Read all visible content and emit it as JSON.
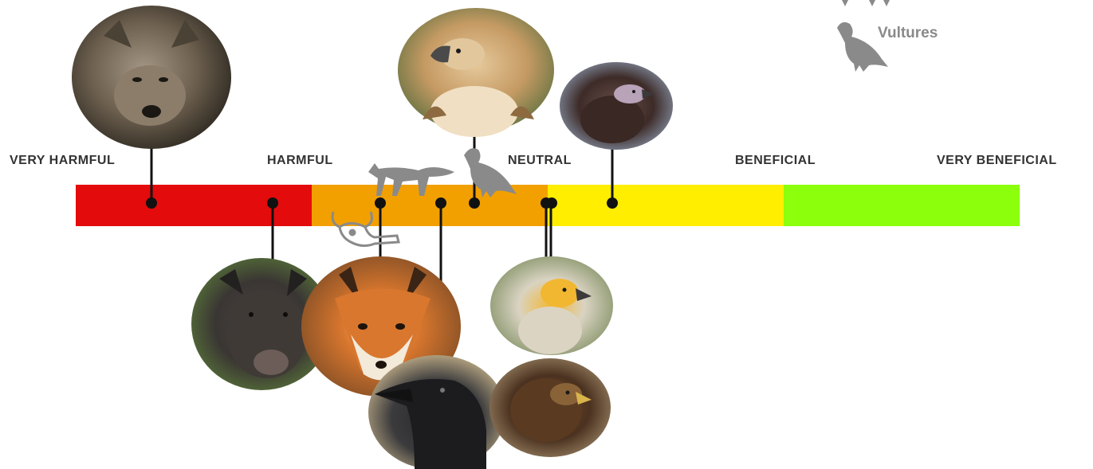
{
  "scale": {
    "labels": [
      "VERY HARMFUL",
      "HARMFUL",
      "NEUTRAL",
      "BENEFICIAL",
      "VERY BENEFICIAL"
    ],
    "segment_colors": [
      "#e30b0b",
      "#f2a000",
      "#f2a000",
      "#ffee00",
      "#8cff0d"
    ]
  },
  "legend": {
    "text": "Vultures",
    "icon": "vulture-silhouette-icon",
    "color": "#8a8a8a"
  },
  "species": [
    {
      "id": "wolf",
      "icon": "wolf-photo",
      "position": 0.08
    },
    {
      "id": "wild-boar",
      "icon": "wild-boar-photo",
      "position": 0.21
    },
    {
      "id": "fox",
      "icon": "fox-photo",
      "position": 0.32
    },
    {
      "id": "raven",
      "icon": "raven-photo",
      "position": 0.39
    },
    {
      "id": "griffon-vulture",
      "icon": "griffon-vulture-photo",
      "position": 0.42
    },
    {
      "id": "egyptian-vulture",
      "icon": "egyptian-vulture-photo",
      "position": 0.5
    },
    {
      "id": "golden-eagle",
      "icon": "golden-eagle-photo",
      "position": 0.51
    },
    {
      "id": "cinereous-vulture",
      "icon": "cinereous-vulture-photo",
      "position": 0.57
    }
  ],
  "markers": [
    {
      "icon": "fox-silhouette-icon",
      "color": "#8a8a8a"
    },
    {
      "icon": "vulture-silhouette-icon",
      "color": "#8a8a8a"
    },
    {
      "icon": "skull-icon",
      "color": "#8a8a8a"
    }
  ]
}
